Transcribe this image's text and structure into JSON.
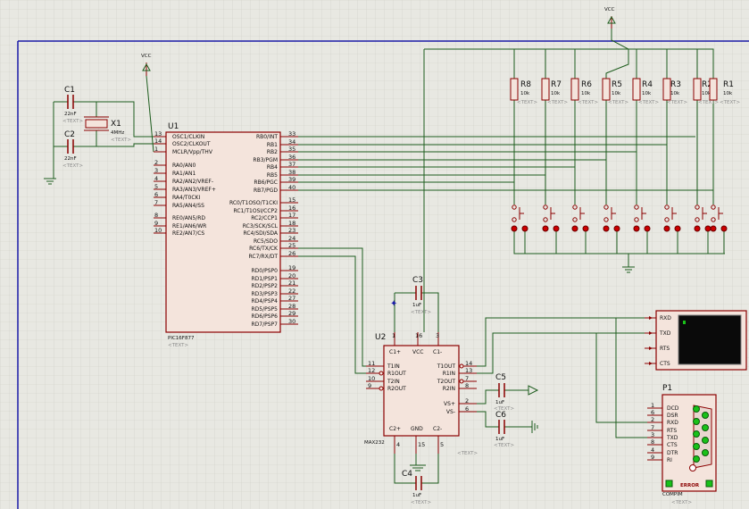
{
  "power": {
    "vcc_label": "VCC"
  },
  "placeholder_text": "<TEXT>",
  "u1": {
    "ref": "U1",
    "part": "PIC16F877",
    "left_pins": [
      {
        "num": "13",
        "name": "OSC1/CLKIN"
      },
      {
        "num": "14",
        "name": "OSC2/CLKOUT"
      },
      {
        "num": "1",
        "name": "MCLR/Vpp/THV"
      },
      {
        "num": "2",
        "name": "RA0/AN0"
      },
      {
        "num": "3",
        "name": "RA1/AN1"
      },
      {
        "num": "4",
        "name": "RA2/AN2/VREF-"
      },
      {
        "num": "5",
        "name": "RA3/AN3/VREF+"
      },
      {
        "num": "6",
        "name": "RA4/T0CKI"
      },
      {
        "num": "7",
        "name": "RA5/AN4/SS"
      },
      {
        "num": "8",
        "name": "RE0/AN5/RD"
      },
      {
        "num": "9",
        "name": "RE1/AN6/WR"
      },
      {
        "num": "10",
        "name": "RE2/AN7/CS"
      }
    ],
    "right_pins": [
      {
        "num": "33",
        "name": "RB0/INT"
      },
      {
        "num": "34",
        "name": "RB1"
      },
      {
        "num": "35",
        "name": "RB2"
      },
      {
        "num": "36",
        "name": "RB3/PGM"
      },
      {
        "num": "37",
        "name": "RB4"
      },
      {
        "num": "38",
        "name": "RB5"
      },
      {
        "num": "39",
        "name": "RB6/PGC"
      },
      {
        "num": "40",
        "name": "RB7/PGD"
      },
      {
        "num": "15",
        "name": "RC0/T1OSO/T1CKI"
      },
      {
        "num": "16",
        "name": "RC1/T1OSI/CCP2"
      },
      {
        "num": "17",
        "name": "RC2/CCP1"
      },
      {
        "num": "18",
        "name": "RC3/SCK/SCL"
      },
      {
        "num": "23",
        "name": "RC4/SDI/SDA"
      },
      {
        "num": "24",
        "name": "RC5/SDO"
      },
      {
        "num": "25",
        "name": "RC6/TX/CK"
      },
      {
        "num": "26",
        "name": "RC7/RX/DT"
      },
      {
        "num": "19",
        "name": "RD0/PSP0"
      },
      {
        "num": "20",
        "name": "RD1/PSP1"
      },
      {
        "num": "21",
        "name": "RD2/PSP2"
      },
      {
        "num": "22",
        "name": "RD3/PSP3"
      },
      {
        "num": "27",
        "name": "RD4/PSP4"
      },
      {
        "num": "28",
        "name": "RD5/PSP5"
      },
      {
        "num": "29",
        "name": "RD6/PSP6"
      },
      {
        "num": "30",
        "name": "RD7/PSP7"
      }
    ]
  },
  "crystal": {
    "ref": "X1",
    "value": "4MHz"
  },
  "caps": {
    "c1": {
      "ref": "C1",
      "value": "22nF"
    },
    "c2": {
      "ref": "C2",
      "value": "22nF"
    },
    "c3": {
      "ref": "C3",
      "value": "1uF"
    },
    "c4": {
      "ref": "C4",
      "value": "1uF"
    },
    "c5": {
      "ref": "C5",
      "value": "1uF"
    },
    "c6": {
      "ref": "C6",
      "value": "1uF"
    }
  },
  "resistors": [
    {
      "ref": "R8",
      "value": "10k"
    },
    {
      "ref": "R7",
      "value": "10k"
    },
    {
      "ref": "R6",
      "value": "10k"
    },
    {
      "ref": "R5",
      "value": "10k"
    },
    {
      "ref": "R4",
      "value": "10k"
    },
    {
      "ref": "R3",
      "value": "10k"
    },
    {
      "ref": "R2",
      "value": "10k"
    },
    {
      "ref": "R1",
      "value": "10k"
    }
  ],
  "u2": {
    "ref": "U2",
    "part": "MAX232",
    "top_pins": [
      {
        "num": "1",
        "name": "C1+"
      },
      {
        "num": "16",
        "name": "VCC"
      },
      {
        "num": "3",
        "name": "C1-"
      }
    ],
    "left_pins": [
      {
        "num": "11",
        "name": "T1IN"
      },
      {
        "num": "12",
        "name": "R1OUT"
      },
      {
        "num": "10",
        "name": "T2IN"
      },
      {
        "num": "9",
        "name": "R2OUT"
      }
    ],
    "right_pins": [
      {
        "num": "14",
        "name": "T1OUT"
      },
      {
        "num": "13",
        "name": "R1IN"
      },
      {
        "num": "7",
        "name": "T2OUT"
      },
      {
        "num": "8",
        "name": "R2IN"
      },
      {
        "num": "2",
        "name": "VS+"
      },
      {
        "num": "6",
        "name": "VS-"
      }
    ],
    "bottom_pins": [
      {
        "num": "4",
        "name": "C2+"
      },
      {
        "num": "15",
        "name": "GND"
      },
      {
        "num": "5",
        "name": "C2-"
      }
    ]
  },
  "terminal": {
    "pins": [
      "RXD",
      "TXD",
      "RTS",
      "CTS"
    ]
  },
  "p1": {
    "ref": "P1",
    "part": "COMPIM",
    "error": "ERROR",
    "pins": [
      {
        "num": "1",
        "name": "DCD"
      },
      {
        "num": "6",
        "name": "DSR"
      },
      {
        "num": "2",
        "name": "RXD"
      },
      {
        "num": "7",
        "name": "RTS"
      },
      {
        "num": "3",
        "name": "TXD"
      },
      {
        "num": "8",
        "name": "CTS"
      },
      {
        "num": "4",
        "name": "DTR"
      },
      {
        "num": "9",
        "name": "RI"
      }
    ]
  },
  "colors": {
    "wire": "#1d5c1d",
    "component": "#8b0000",
    "body": "#f4e4dc",
    "pin_dot": "#cc0000",
    "frame": "#1a1aa8",
    "grid": "#cfcfc6",
    "led_green": "#19c119"
  }
}
